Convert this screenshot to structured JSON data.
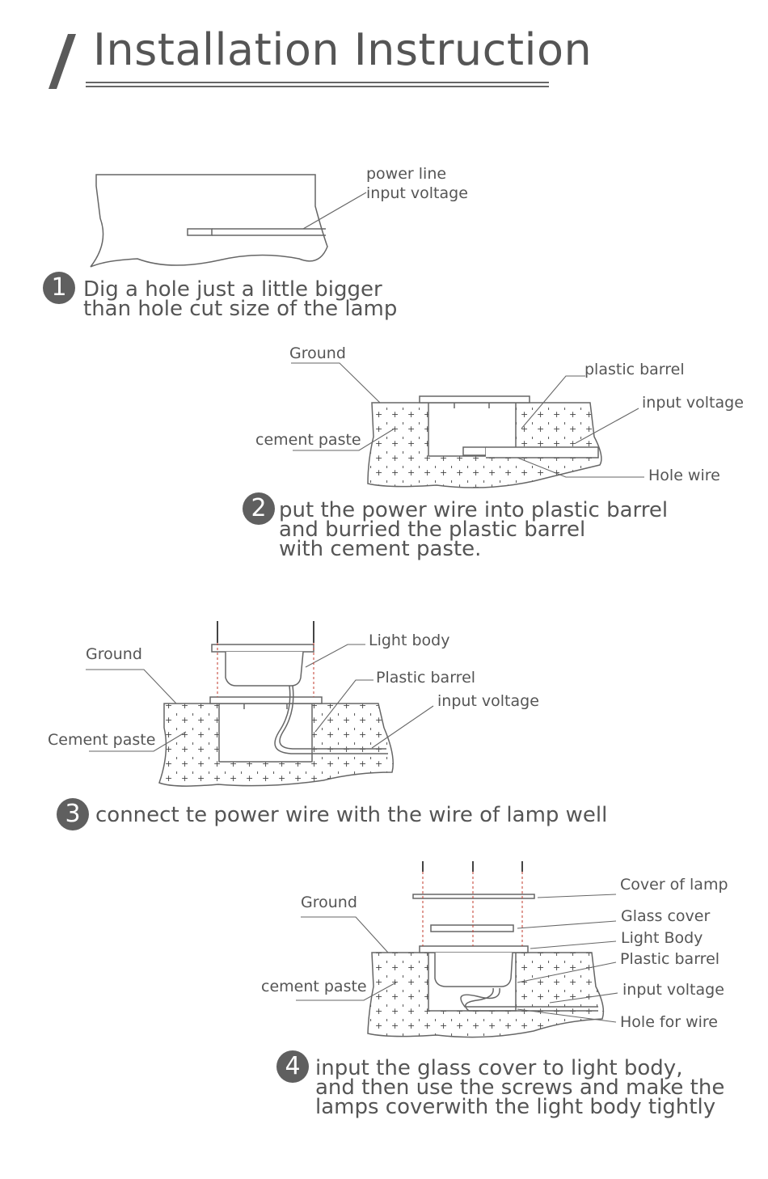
{
  "title": "Installation Instruction",
  "steps": [
    {
      "number": "1",
      "lines": [
        "Dig a hole just a little bigger",
        "than hole cut size of the lamp"
      ],
      "labels": {
        "power_line": "power line",
        "input_voltage": "input voltage"
      }
    },
    {
      "number": "2",
      "lines": [
        "put the power wire into plastic barrel",
        "and burried the plastic barrel",
        "with cement paste."
      ],
      "labels": {
        "ground": "Ground",
        "plastic_barrel": "plastic barrel",
        "input_voltage": "input voltage",
        "cement_paste": "cement paste",
        "hole_wire": "Hole wire"
      }
    },
    {
      "number": "3",
      "lines": [
        "connect te power wire with the wire of lamp well"
      ],
      "labels": {
        "ground": "Ground",
        "light_body": "Light body",
        "plastic_barrel": "Plastic barrel",
        "input_voltage": "input voltage",
        "cement_paste": "Cement paste"
      }
    },
    {
      "number": "4",
      "lines": [
        "input the glass cover to light body,",
        "and then use the screws and make the",
        "lamps coverwith the light body tightly"
      ],
      "labels": {
        "ground": "Ground",
        "cover_of_lamp": "Cover of lamp",
        "glass_cover": "Glass cover",
        "light_body": "Light Body",
        "plastic_barrel": "Plastic barrel",
        "input_voltage": "input voltage",
        "cement_paste": "cement paste",
        "hole_for_wire": "Hole for wire"
      }
    }
  ],
  "colors": {
    "text": "#555555",
    "badge": "#5f5f5f",
    "leader": "#666666",
    "accent_red": "#c0392b"
  }
}
